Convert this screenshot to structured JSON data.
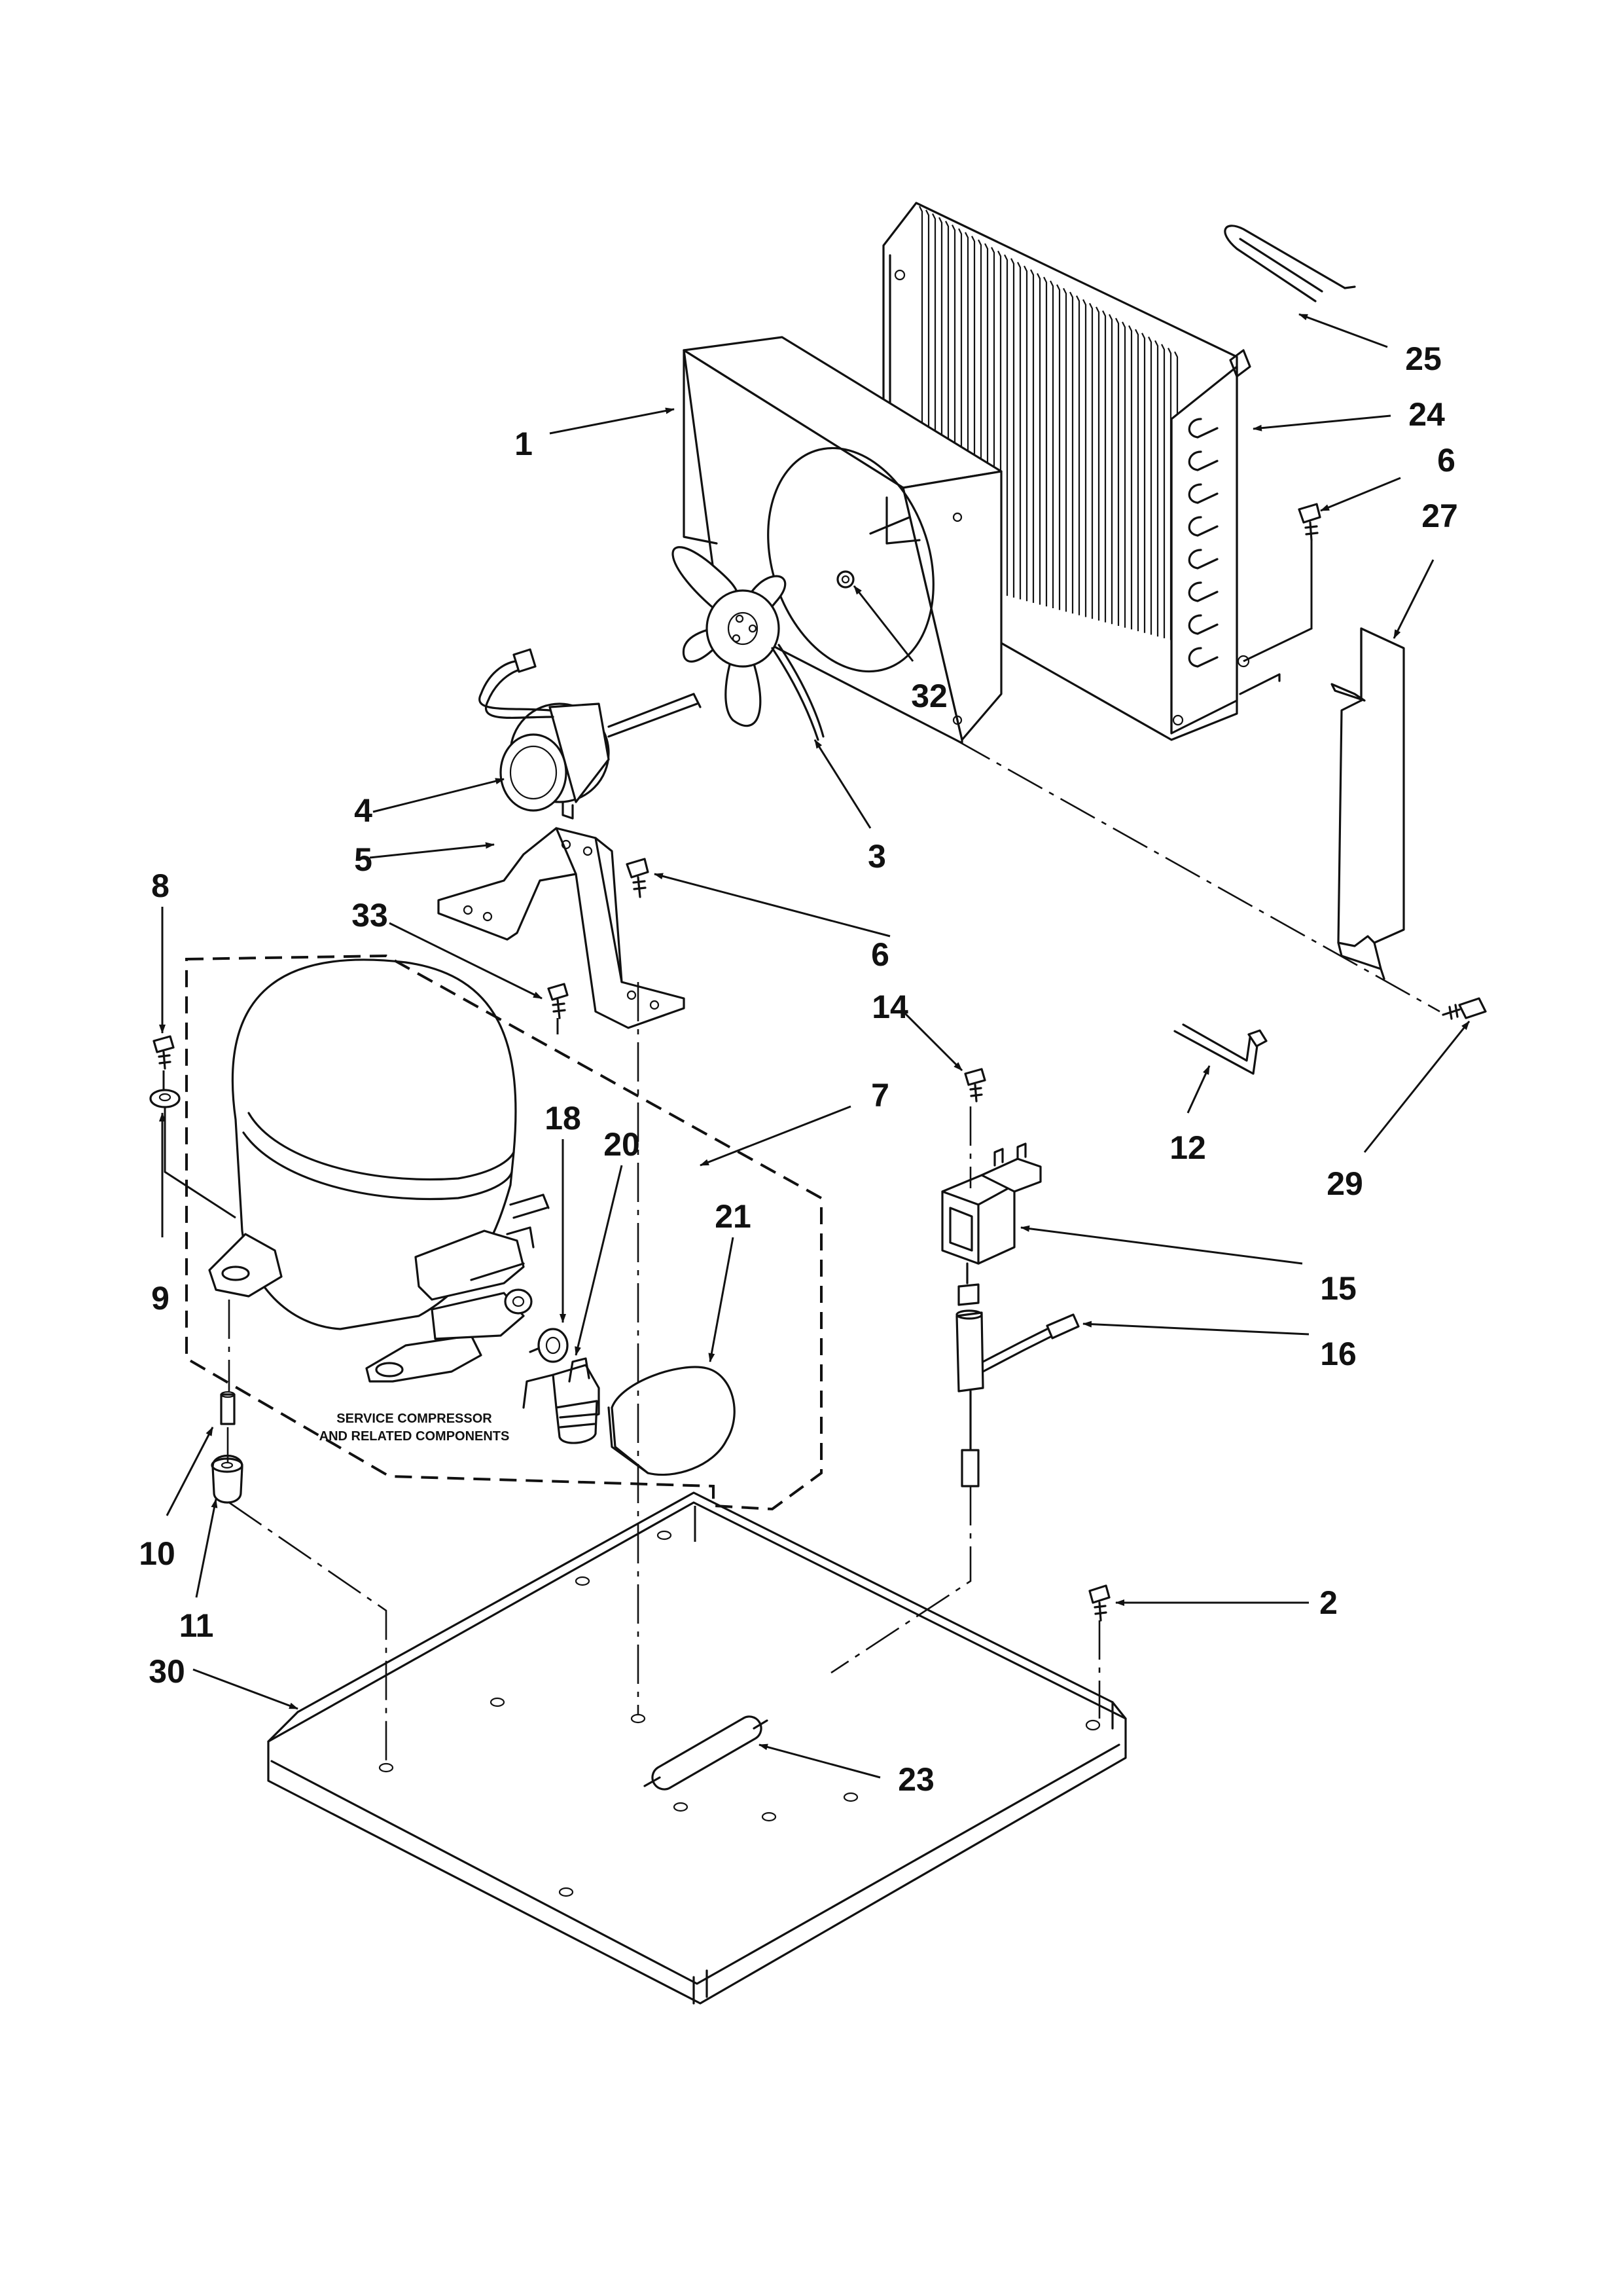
{
  "diagram": {
    "note_line1": "SERVICE COMPRESSOR",
    "note_line2": "AND RELATED COMPONENTS",
    "callouts": [
      {
        "key": "c1",
        "label": "1"
      },
      {
        "key": "c2",
        "label": "2"
      },
      {
        "key": "c3",
        "label": "3"
      },
      {
        "key": "c4",
        "label": "4"
      },
      {
        "key": "c5",
        "label": "5"
      },
      {
        "key": "c6a",
        "label": "6"
      },
      {
        "key": "c6b",
        "label": "6"
      },
      {
        "key": "c7",
        "label": "7"
      },
      {
        "key": "c8",
        "label": "8"
      },
      {
        "key": "c9",
        "label": "9"
      },
      {
        "key": "c10",
        "label": "10"
      },
      {
        "key": "c11",
        "label": "11"
      },
      {
        "key": "c12",
        "label": "12"
      },
      {
        "key": "c14",
        "label": "14"
      },
      {
        "key": "c15",
        "label": "15"
      },
      {
        "key": "c16",
        "label": "16"
      },
      {
        "key": "c18",
        "label": "18"
      },
      {
        "key": "c20",
        "label": "20"
      },
      {
        "key": "c21",
        "label": "21"
      },
      {
        "key": "c23",
        "label": "23"
      },
      {
        "key": "c24",
        "label": "24"
      },
      {
        "key": "c25",
        "label": "25"
      },
      {
        "key": "c27",
        "label": "27"
      },
      {
        "key": "c29",
        "label": "29"
      },
      {
        "key": "c30",
        "label": "30"
      },
      {
        "key": "c32",
        "label": "32"
      },
      {
        "key": "c33",
        "label": "33"
      }
    ]
  }
}
